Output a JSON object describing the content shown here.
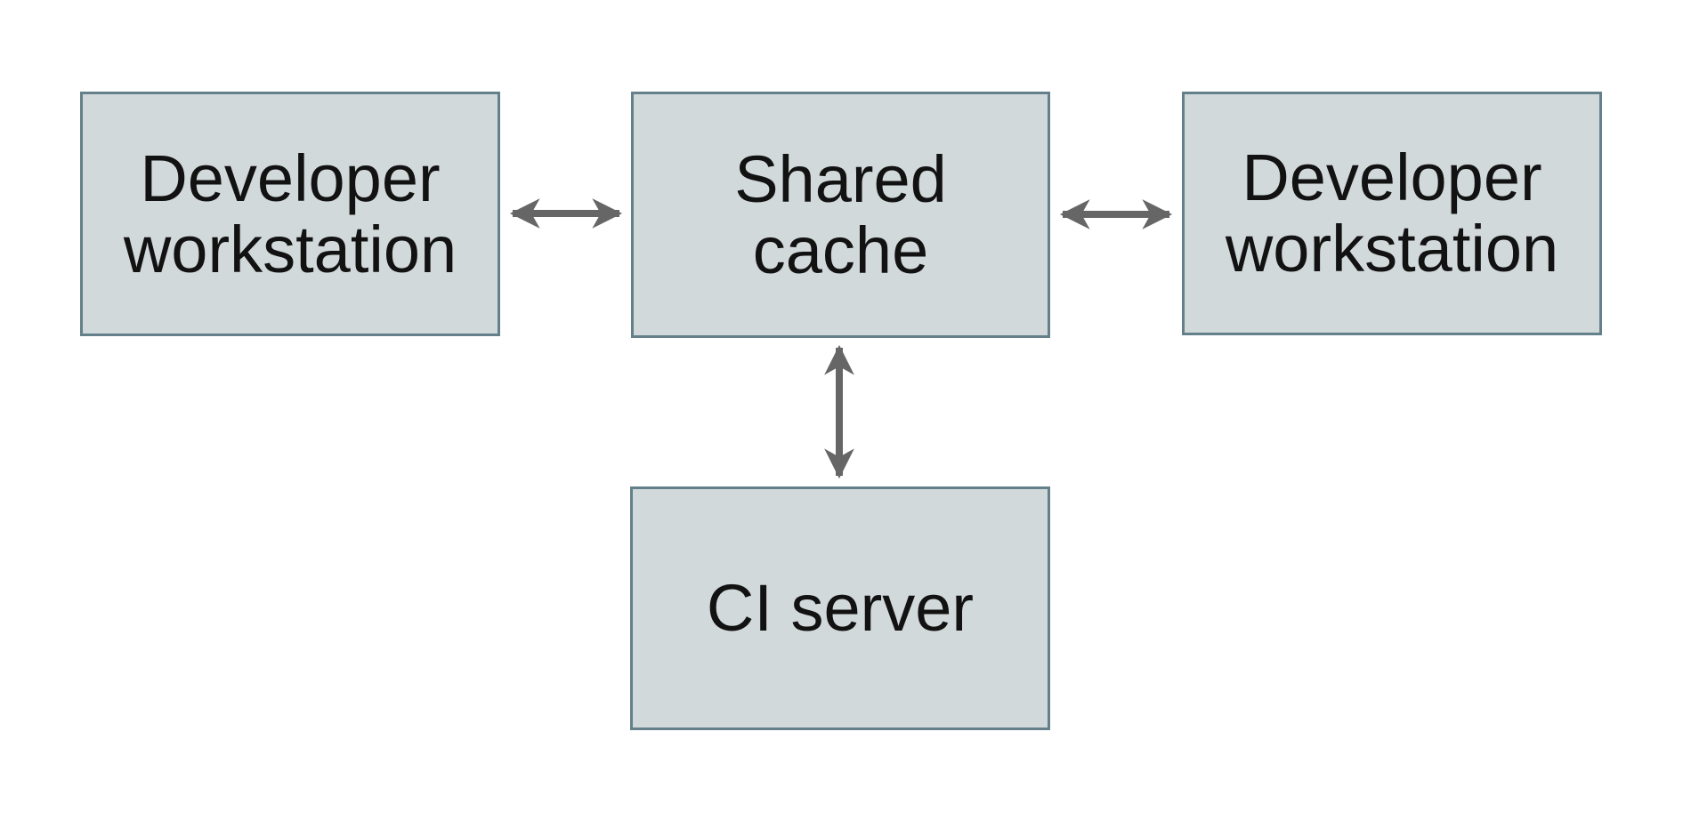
{
  "diagram": {
    "type": "architecture-diagram",
    "nodes": [
      {
        "id": "developer-workstation-left",
        "label": "Developer\nworkstation"
      },
      {
        "id": "shared-cache",
        "label": "Shared\ncache"
      },
      {
        "id": "developer-workstation-right",
        "label": "Developer\nworkstation"
      },
      {
        "id": "ci-server",
        "label": "CI server"
      }
    ],
    "edges": [
      {
        "from": "developer-workstation-left",
        "to": "shared-cache",
        "type": "bidirectional-arrow"
      },
      {
        "from": "shared-cache",
        "to": "developer-workstation-right",
        "type": "bidirectional-arrow"
      },
      {
        "from": "shared-cache",
        "to": "ci-server",
        "type": "bidirectional-arrow"
      }
    ],
    "colors": {
      "node_fill": "#d2d9db",
      "node_border": "#64808a",
      "arrow": "#666666",
      "text": "#121212",
      "background": "#ffffff"
    }
  }
}
